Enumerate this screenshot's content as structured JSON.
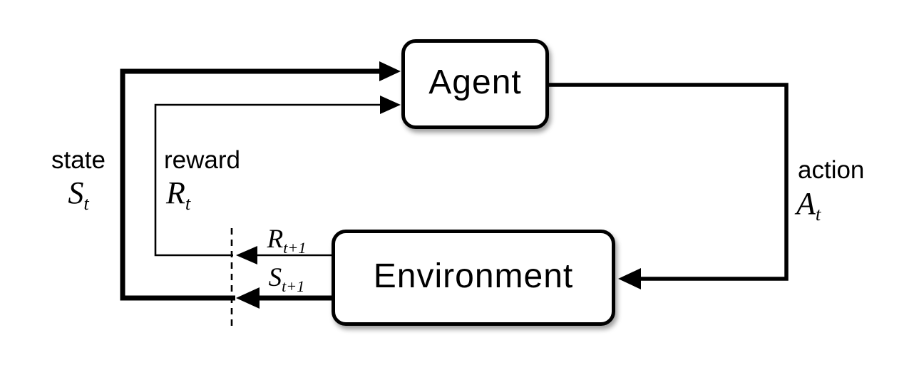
{
  "nodes": {
    "agent": {
      "label": "Agent"
    },
    "environment": {
      "label": "Environment"
    }
  },
  "labels": {
    "state": {
      "word": "state",
      "base": "S",
      "sub": "t"
    },
    "reward": {
      "word": "reward",
      "base": "R",
      "sub": "t"
    },
    "action": {
      "word": "action",
      "base": "A",
      "sub": "t"
    },
    "next_reward": {
      "base": "R",
      "sub": "t+1"
    },
    "next_state": {
      "base": "S",
      "sub": "t+1"
    }
  },
  "colors": {
    "line": "#000000",
    "box_fill": "#ffffff",
    "background": "#ffffff"
  }
}
